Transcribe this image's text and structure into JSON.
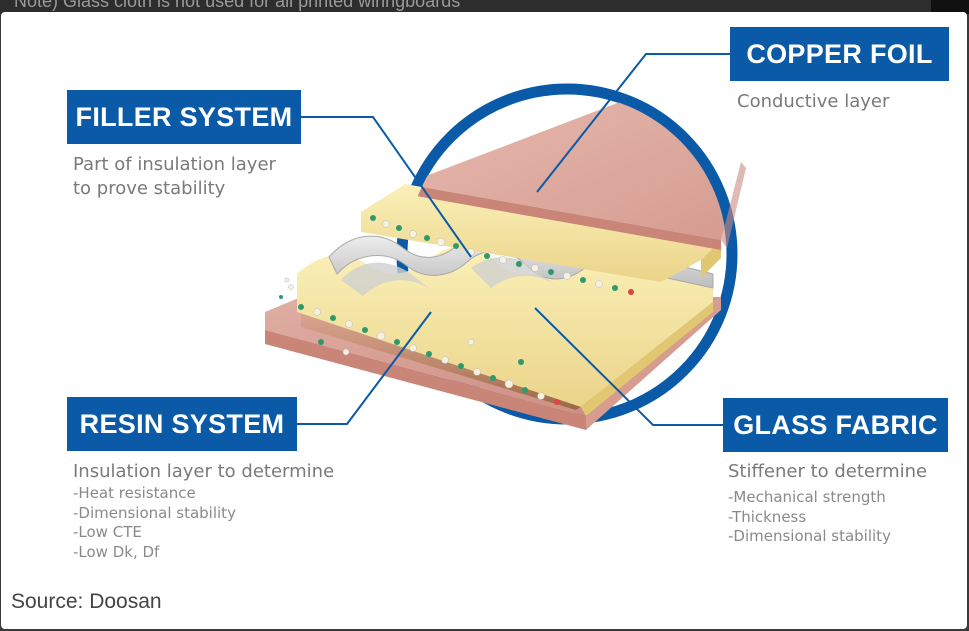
{
  "top_caption": "Note) Glass cloth is not used for all printed wiringboards",
  "colors": {
    "accent_blue": "#0a5aa8",
    "copper": "#d9a59b",
    "resin_yellow": "#f2e3a0",
    "glass_gray": "#d6d6d6",
    "filler_green": "#2e9a6a"
  },
  "labels": {
    "copper_foil": {
      "title": "COPPER FOIL",
      "description": "Conductive layer"
    },
    "filler_system": {
      "title": "FILLER SYSTEM",
      "description_lines": [
        "Part of insulation layer",
        "to prove stability"
      ]
    },
    "resin_system": {
      "title": "RESIN SYSTEM",
      "description": "Insulation layer to determine",
      "items": [
        "-Heat resistance",
        "-Dimensional stability",
        "-Low CTE",
        "-Low Dk, Df"
      ]
    },
    "glass_fabric": {
      "title": "GLASS FABRIC",
      "description": "Stiffener to determine",
      "items": [
        "-Mechanical strength",
        "-Thickness",
        "-Dimensional stability"
      ]
    }
  },
  "source": "Source: Doosan"
}
